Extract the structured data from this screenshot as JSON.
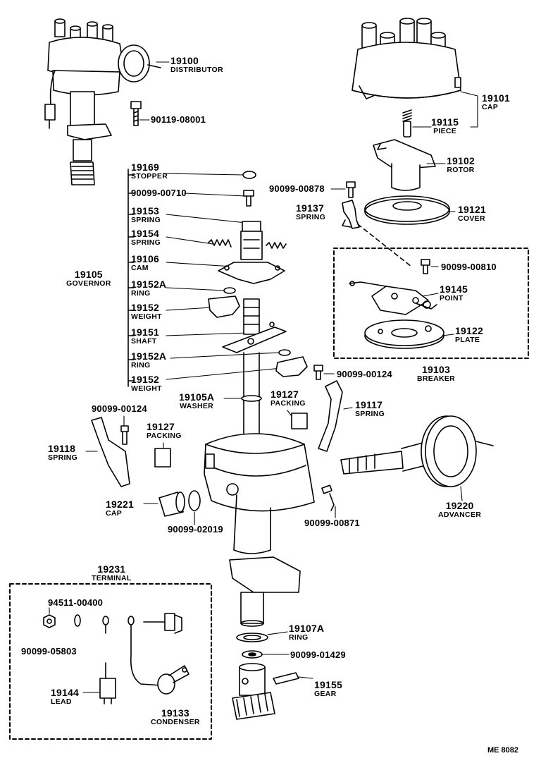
{
  "diagram_code": "ME 8082",
  "parts": {
    "p19100": {
      "number": "19100",
      "name": "DISTRIBUTOR"
    },
    "p90119_08001": {
      "number": "90119-08001"
    },
    "p19101": {
      "number": "19101",
      "name": "CAP"
    },
    "p19115": {
      "number": "19115",
      "name": "PIECE"
    },
    "p19102": {
      "number": "19102",
      "name": "ROTOR"
    },
    "p19169": {
      "number": "19169",
      "name": "STOPPER"
    },
    "p90099_00710": {
      "number": "90099-00710"
    },
    "p19153": {
      "number": "19153",
      "name": "SPRING"
    },
    "p19154": {
      "number": "19154",
      "name": "SPRING"
    },
    "p19106": {
      "number": "19106",
      "name": "CAM"
    },
    "p19105": {
      "number": "19105",
      "name": "GOVERNOR"
    },
    "p19152A_1": {
      "number": "19152A",
      "name": "RING"
    },
    "p19152_1": {
      "number": "19152",
      "name": "WEIGHT"
    },
    "p19151": {
      "number": "19151",
      "name": "SHAFT"
    },
    "p19152A_2": {
      "number": "19152A",
      "name": "RING"
    },
    "p19152_2": {
      "number": "19152",
      "name": "WEIGHT"
    },
    "p90099_00878": {
      "number": "90099-00878"
    },
    "p19137": {
      "number": "19137",
      "name": "SPRING"
    },
    "p19121": {
      "number": "19121",
      "name": "COVER"
    },
    "p90099_00810": {
      "number": "90099-00810"
    },
    "p19145": {
      "number": "19145",
      "name": "POINT"
    },
    "p19122": {
      "number": "19122",
      "name": "PLATE"
    },
    "p19103": {
      "number": "19103",
      "name": "BREAKER"
    },
    "p90099_00124_a": {
      "number": "90099-00124"
    },
    "p19105A": {
      "number": "19105A",
      "name": "WASHER"
    },
    "p19127_a": {
      "number": "19127",
      "name": "PACKING"
    },
    "p19117": {
      "number": "19117",
      "name": "SPRING"
    },
    "p90099_00124_b": {
      "number": "90099-00124"
    },
    "p19127_b": {
      "number": "19127",
      "name": "PACKING"
    },
    "p19118": {
      "number": "19118",
      "name": "SPRING"
    },
    "p19221": {
      "number": "19221",
      "name": "CAP"
    },
    "p90099_02019": {
      "number": "90099-02019"
    },
    "p90099_00871": {
      "number": "90099-00871"
    },
    "p19220": {
      "number": "19220",
      "name": "ADVANCER"
    },
    "p19231": {
      "number": "19231",
      "name": "TERMINAL"
    },
    "p94511_00400": {
      "number": "94511-00400"
    },
    "p90099_05803": {
      "number": "90099-05803"
    },
    "p19144": {
      "number": "19144",
      "name": "LEAD"
    },
    "p19133": {
      "number": "19133",
      "name": "CONDENSER"
    },
    "p19107A": {
      "number": "19107A",
      "name": "RING"
    },
    "p90099_01429": {
      "number": "90099-01429"
    },
    "p19155": {
      "number": "19155",
      "name": "GEAR"
    }
  }
}
